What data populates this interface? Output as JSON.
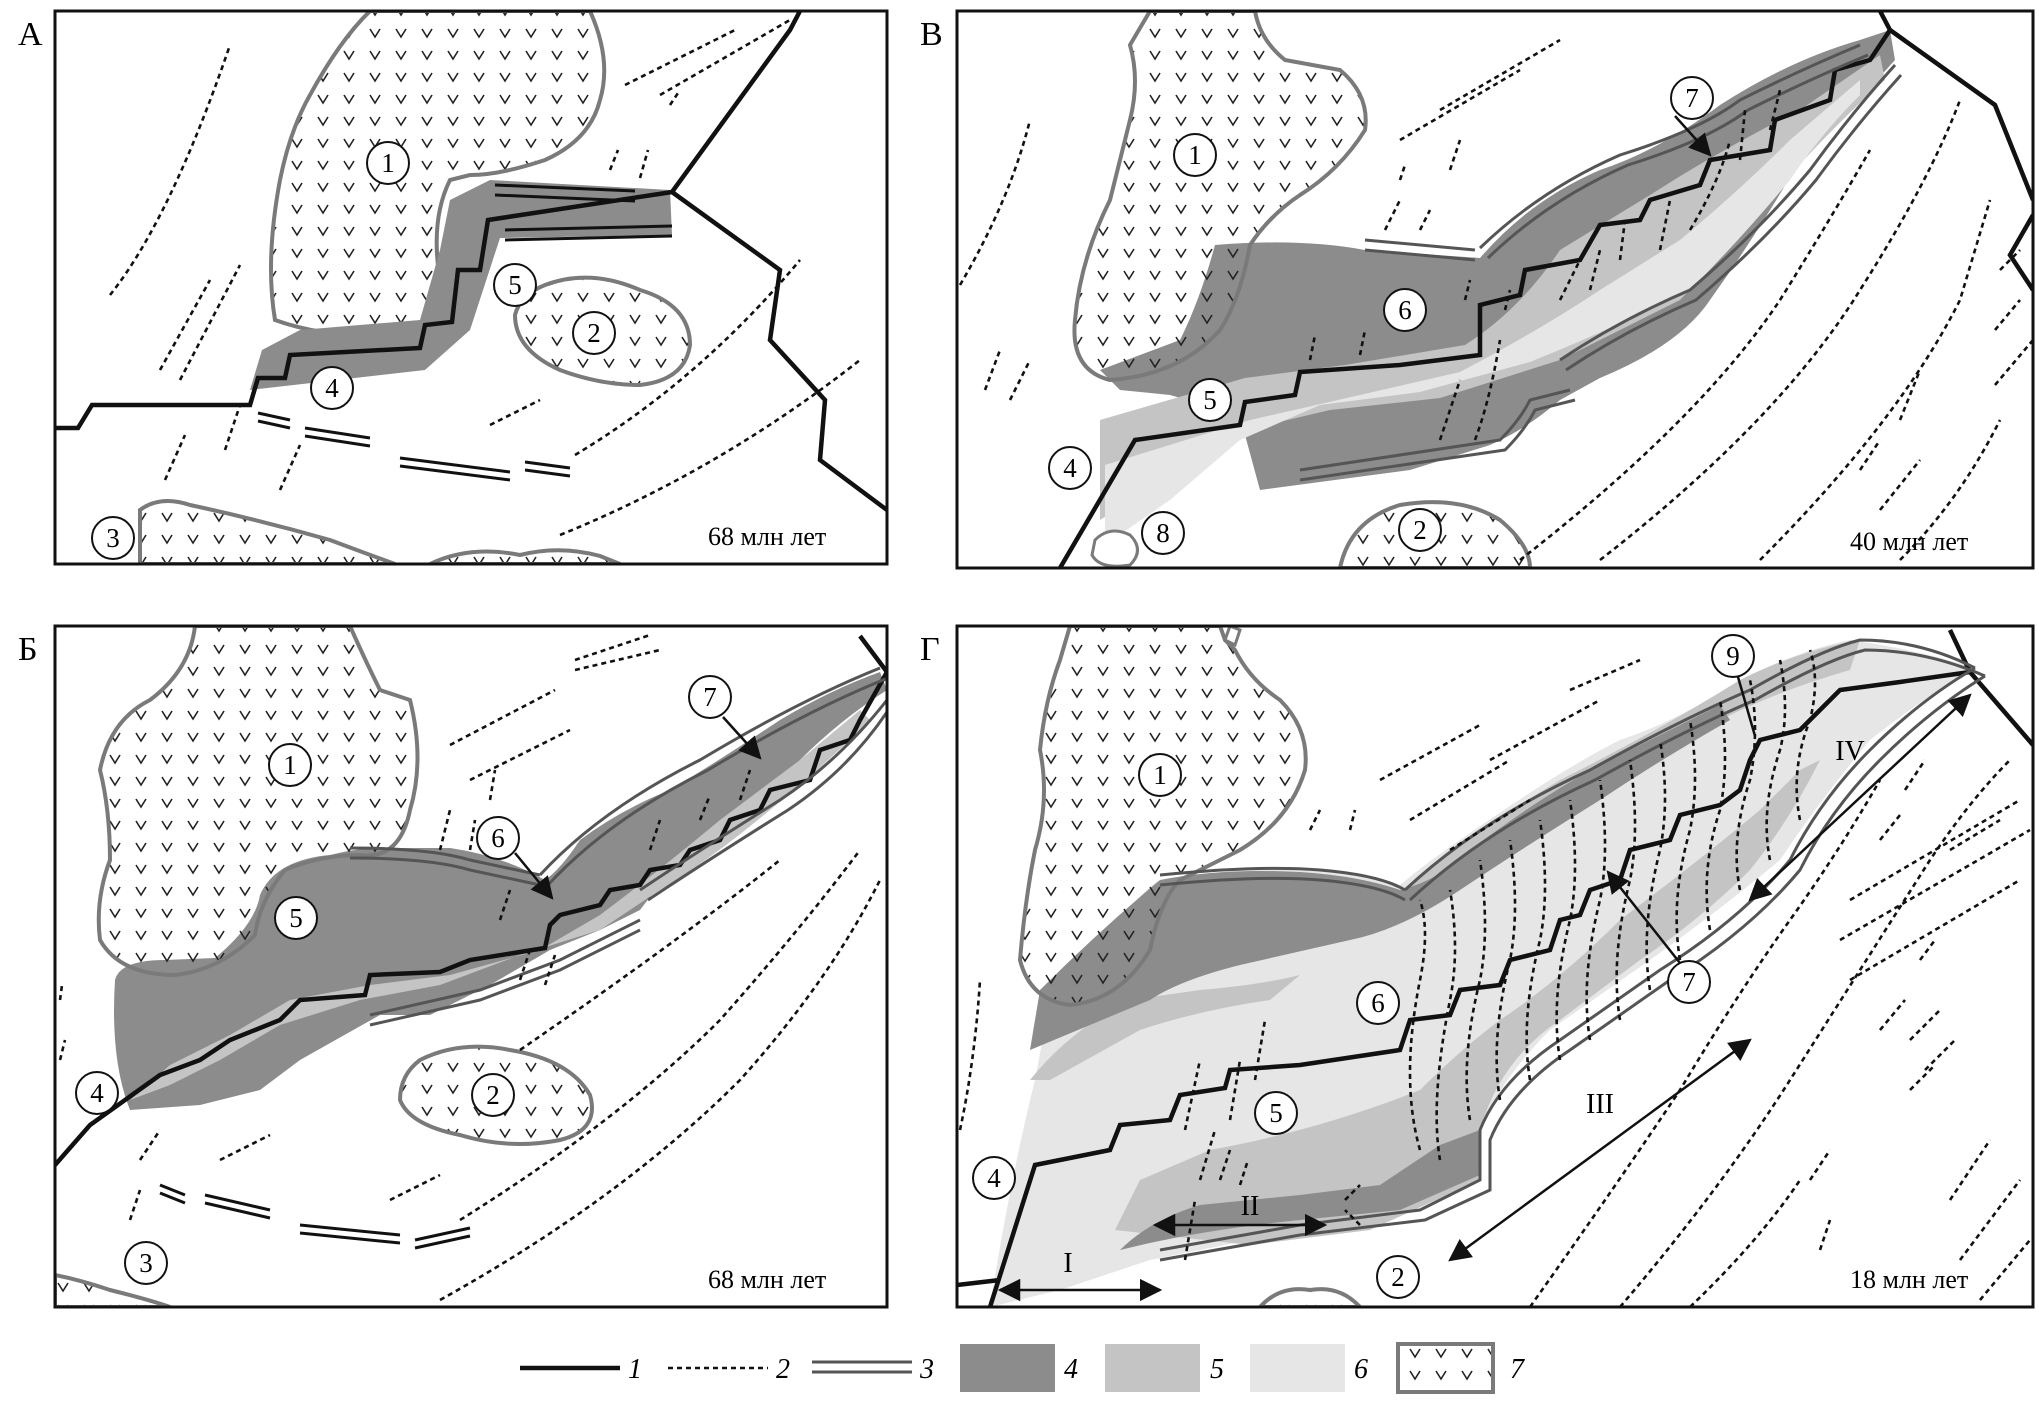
{
  "panels": {
    "A": {
      "letter": "А",
      "age": "68 млн лет",
      "numbers": [
        "1",
        "2",
        "3",
        "4",
        "5"
      ]
    },
    "B": {
      "letter": "Б",
      "age": "68 млн лет",
      "numbers": [
        "1",
        "2",
        "3",
        "4",
        "5",
        "6",
        "7"
      ]
    },
    "V": {
      "letter": "В",
      "age": "40 млн лет",
      "numbers": [
        "1",
        "2",
        "4",
        "5",
        "6",
        "7",
        "8"
      ]
    },
    "G": {
      "letter": "Г",
      "age": "18 млн лет",
      "numbers": [
        "1",
        "2",
        "4",
        "5",
        "6",
        "7",
        "9"
      ],
      "roman": [
        "I",
        "II",
        "III",
        "IV"
      ]
    }
  },
  "legend": [
    "1",
    "2",
    "3",
    "4",
    "5",
    "6",
    "7"
  ],
  "colors": {
    "outline": "#111111",
    "dark_fill": "#8c8c8c",
    "mid_fill": "#c4c4c4",
    "light_fill": "#e6e6e6",
    "continent_edge": "#7a7a7a"
  }
}
